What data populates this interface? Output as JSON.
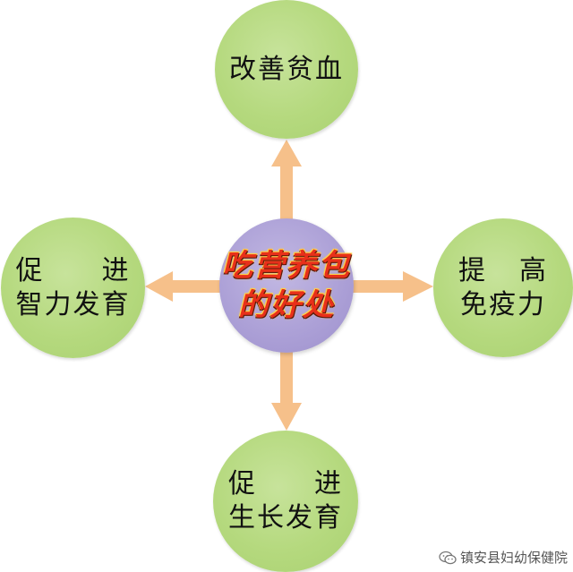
{
  "center": {
    "lines": [
      "吃营养包",
      "的好处"
    ]
  },
  "nodes": {
    "top": {
      "lines": [
        "改善贫血"
      ]
    },
    "left": {
      "lines": [
        [
          "促",
          "进"
        ],
        [
          "智力发育"
        ]
      ]
    },
    "right": {
      "lines": [
        [
          "提",
          "高"
        ],
        [
          "免疫力"
        ]
      ]
    },
    "bottom": {
      "lines": [
        [
          "促",
          "进"
        ],
        [
          "生长发育"
        ]
      ]
    }
  },
  "colors": {
    "arrow": "#f6c08a",
    "outer_circle": "#b5d97e",
    "center_circle": "#ab9fd6",
    "center_text": "#e8301a"
  },
  "watermark": {
    "icon": "wechat-icon",
    "text": "镇安县妇幼保健院"
  }
}
